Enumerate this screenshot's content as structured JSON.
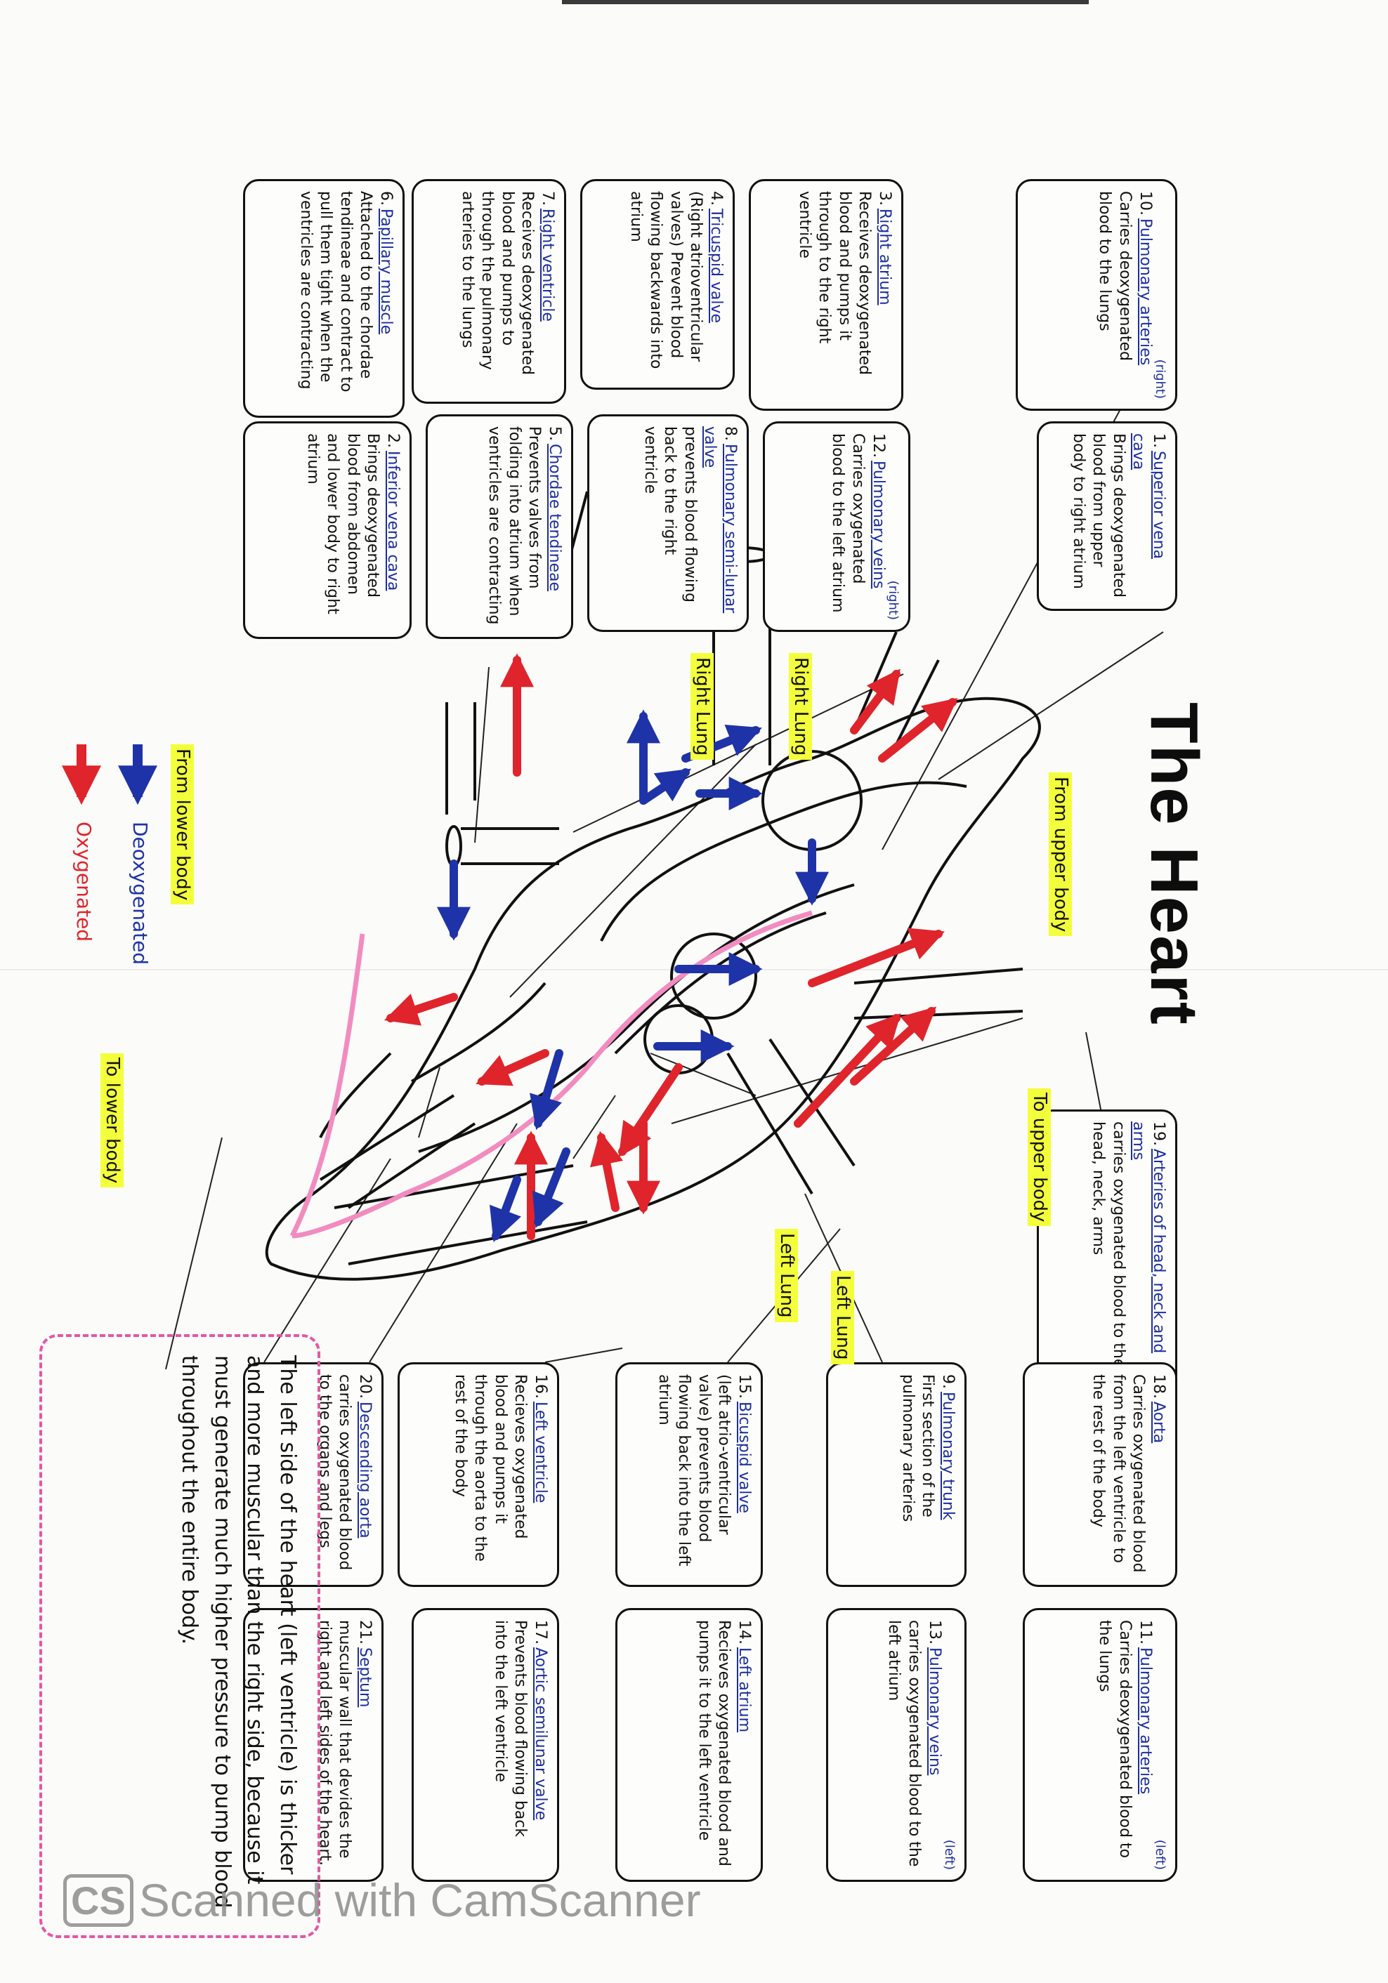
{
  "title": "The Heart",
  "labels": [
    {
      "num": "1.",
      "term": "Superior vena cava",
      "side": "",
      "desc": "Brings deoxygenated blood from upper body to right atrium"
    },
    {
      "num": "2.",
      "term": "Inferior vena cava",
      "side": "",
      "desc": "Brings deoxygenated blood from abdomen and lower body to right atrium"
    },
    {
      "num": "3.",
      "term": "Right atrium",
      "side": "",
      "desc": "Receives deoxygenated blood and pumps it through to the right ventricle"
    },
    {
      "num": "4.",
      "term": "Tricuspid valve",
      "side": "",
      "desc": "(Right atrioventricular valves) Prevent blood flowing backwards into atrium"
    },
    {
      "num": "5.",
      "term": "Chordae tendineae",
      "side": "",
      "desc": "Prevents valves from folding into atrium when ventricles are contracting"
    },
    {
      "num": "6.",
      "term": "Papillary muscle",
      "side": "",
      "desc": "Attached to the chordae tendineae and contract to pull them tight when the ventricles are contracting"
    },
    {
      "num": "7.",
      "term": "Right ventricle",
      "side": "",
      "desc": "Receives deoxygenated blood and pumps to through the pulmonary arteries to the lungs"
    },
    {
      "num": "8.",
      "term": "Pulmonary semi-lunar valve",
      "side": "",
      "desc": "prevents blood flowing back to the right ventricle"
    },
    {
      "num": "9.",
      "term": "Pulmonary trunk",
      "side": "",
      "desc": "First section of the pulmonary arteries"
    },
    {
      "num": "10.",
      "term": "Pulmonary arteries",
      "side": "(right)",
      "desc": "Carries deoxygenated blood to the lungs"
    },
    {
      "num": "11.",
      "term": "Pulmonary arteries",
      "side": "(left)",
      "desc": "Carries deoxygenated blood to the lungs"
    },
    {
      "num": "12.",
      "term": "Pulmonary veins",
      "side": "(right)",
      "desc": "Carries oxygenated blood to the left atrium"
    },
    {
      "num": "13.",
      "term": "Pulmonary veins",
      "side": "(left)",
      "desc": "carries oxygenated blood to the left atrium"
    },
    {
      "num": "14.",
      "term": "Left atrium",
      "side": "",
      "desc": "Recieves oxygenated blood and pumps it to the left ventricle"
    },
    {
      "num": "15.",
      "term": "Bicuspid valve",
      "side": "",
      "desc": "(left atrio-ventricular valve) prevents blood flowing back into the left atrium"
    },
    {
      "num": "16.",
      "term": "Left ventricle",
      "side": "",
      "desc": "Recieves oxygenated blood and pumps it through the aorta to the rest of the body"
    },
    {
      "num": "17.",
      "term": "Aortic semilunar valve",
      "side": "",
      "desc": "Prevents blood flowing back into the left ventricle"
    },
    {
      "num": "18.",
      "term": "Aorta",
      "side": "",
      "desc": "Carries oxygenated blood from the left ventricle to the rest of the body"
    },
    {
      "num": "19.",
      "term": "Arteries of head, neck and arms",
      "side": "",
      "desc": "carries oxygenated blood to the head, neck, arms"
    },
    {
      "num": "20.",
      "term": "Descending aorta",
      "side": "",
      "desc": "carries oxygenated blood to the organs and legs"
    },
    {
      "num": "21.",
      "term": "Septum",
      "side": "",
      "desc": "muscular wall that devides the right and left sides of the heart."
    }
  ],
  "flow_labels": {
    "from_upper_body": "From upper body",
    "from_lower_body": "From lower body",
    "to_upper_body": "To upper body",
    "to_lower_body": "To lower body",
    "right_lung_a": "Right Lung",
    "right_lung_b": "Right Lung",
    "left_lung_a": "Left Lung",
    "left_lung_b": "Left Lung"
  },
  "legend": {
    "deoxygenated": "Deoxygenated",
    "oxygenated": "Oxygenated",
    "deoxygenated_color": "#1f33a8",
    "oxygenated_color": "#e0242b"
  },
  "note": "The left side of the heart (left ventricle) is thicker and more muscular than the right side, because it must generate much higher pressure to pump blood throughout the entire body.",
  "watermark": {
    "logo": "CS",
    "text": "Scanned with CamScanner"
  },
  "colors": {
    "highlight": "#f3ff3a",
    "note_border": "#e457a6",
    "ink": "#111111",
    "term": "#1d2f9e"
  }
}
